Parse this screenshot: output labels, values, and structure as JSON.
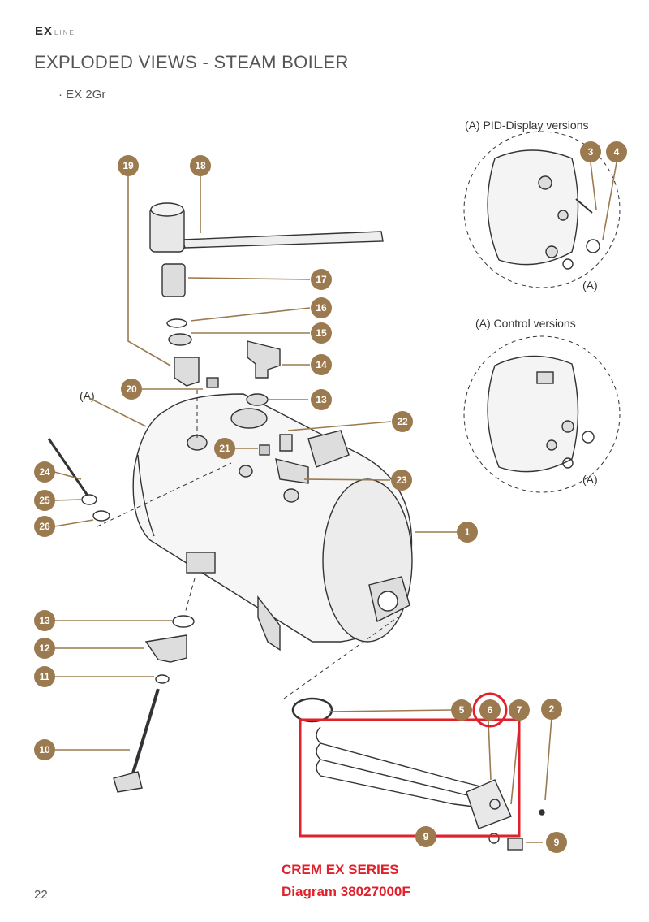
{
  "header": {
    "brand_bold": "EX",
    "brand_small": "LINE"
  },
  "page": {
    "title": "EXPLODED VIEWS - STEAM BOILER",
    "subtitle": "· EX 2Gr",
    "page_number": "22"
  },
  "views": {
    "pid_label": "(A)  PID-Display versions",
    "control_label": "(A)  Control versions",
    "a_marker": "(A)"
  },
  "callouts": [
    "1",
    "2",
    "3",
    "4",
    "5",
    "6",
    "7",
    "9",
    "9",
    "10",
    "11",
    "12",
    "13",
    "13",
    "14",
    "15",
    "16",
    "17",
    "18",
    "19",
    "20",
    "21",
    "22",
    "23",
    "24",
    "25",
    "26"
  ],
  "annotation": {
    "line1": "CREM EX SERIES",
    "line2": "Diagram 38027000F",
    "highlight_part": "6"
  },
  "colors": {
    "callout": "#9b7a4f",
    "highlight": "#e0202a",
    "line": "#333333"
  }
}
